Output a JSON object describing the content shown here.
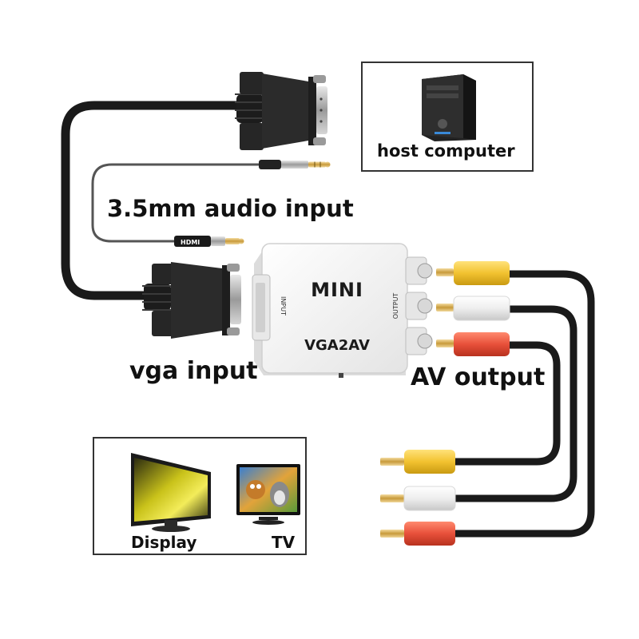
{
  "labels": {
    "audio_input": "3.5mm audio input",
    "vga_input": "vga input",
    "av_output": "AV output",
    "host_computer": "host computer",
    "display": "Display",
    "tv": "TV"
  },
  "device": {
    "brand": "MINI",
    "model": "VGA2AV",
    "input_port": "INPUT",
    "output_port": "OUTPUT"
  },
  "plug_text": "HDMI",
  "colors": {
    "rca_yellow": "#f2c230",
    "rca_white": "#f2f2f2",
    "rca_red": "#e8503a",
    "cable_black": "#1a1a1a",
    "device_body": "#f4f4f4"
  },
  "icons": [
    "computer-tower-icon",
    "monitor-icon",
    "tv-icon"
  ]
}
